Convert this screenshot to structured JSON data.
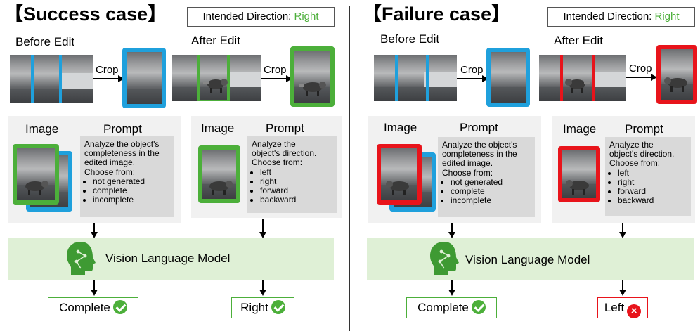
{
  "success": {
    "title": "【Success case】",
    "intended_prefix": "Intended Direction: ",
    "intended_value": "Right",
    "before_label": "Before Edit",
    "after_label": "After Edit",
    "crop_label_1": "Crop",
    "crop_label_2": "Crop",
    "panel1": {
      "image_label": "Image",
      "prompt_label": "Prompt",
      "prompt_lines": [
        "Analyze the object's",
        "completeness in the",
        "edited image.",
        "Choose from:"
      ],
      "options": [
        "not generated",
        "complete",
        "incomplete"
      ]
    },
    "panel2": {
      "image_label": "Image",
      "prompt_label": "Prompt",
      "prompt_lines": [
        "Analyze the",
        "object's direction.",
        "Choose from:"
      ],
      "options": [
        "left",
        "right",
        "forward",
        "backward"
      ]
    },
    "vlm_label": "Vision Language Model",
    "result1": "Complete",
    "result2": "Right"
  },
  "failure": {
    "title": "【Failure case】",
    "intended_prefix": "Intended Direction: ",
    "intended_value": "Right",
    "before_label": "Before Edit",
    "after_label": "After Edit",
    "crop_label_1": "Crop",
    "crop_label_2": "Crop",
    "panel1": {
      "image_label": "Image",
      "prompt_label": "Prompt",
      "prompt_lines": [
        "Analyze the object's",
        "completeness in the",
        "edited image.",
        "Choose from:"
      ],
      "options": [
        "not generated",
        "complete",
        "incomplete"
      ]
    },
    "panel2": {
      "image_label": "Image",
      "prompt_label": "Prompt",
      "prompt_lines": [
        "Analyze the",
        "object's direction.",
        "Choose from:"
      ],
      "options": [
        "left",
        "right",
        "forward",
        "backward"
      ]
    },
    "vlm_label": "Vision Language Model",
    "result1": "Complete",
    "result2": "Left"
  },
  "colors": {
    "blue": "#1fa0dc",
    "green": "#4caf3a",
    "red": "#e8141b",
    "vlm_bg": "#dff0d6",
    "panel_bg": "#f1f1f1"
  }
}
